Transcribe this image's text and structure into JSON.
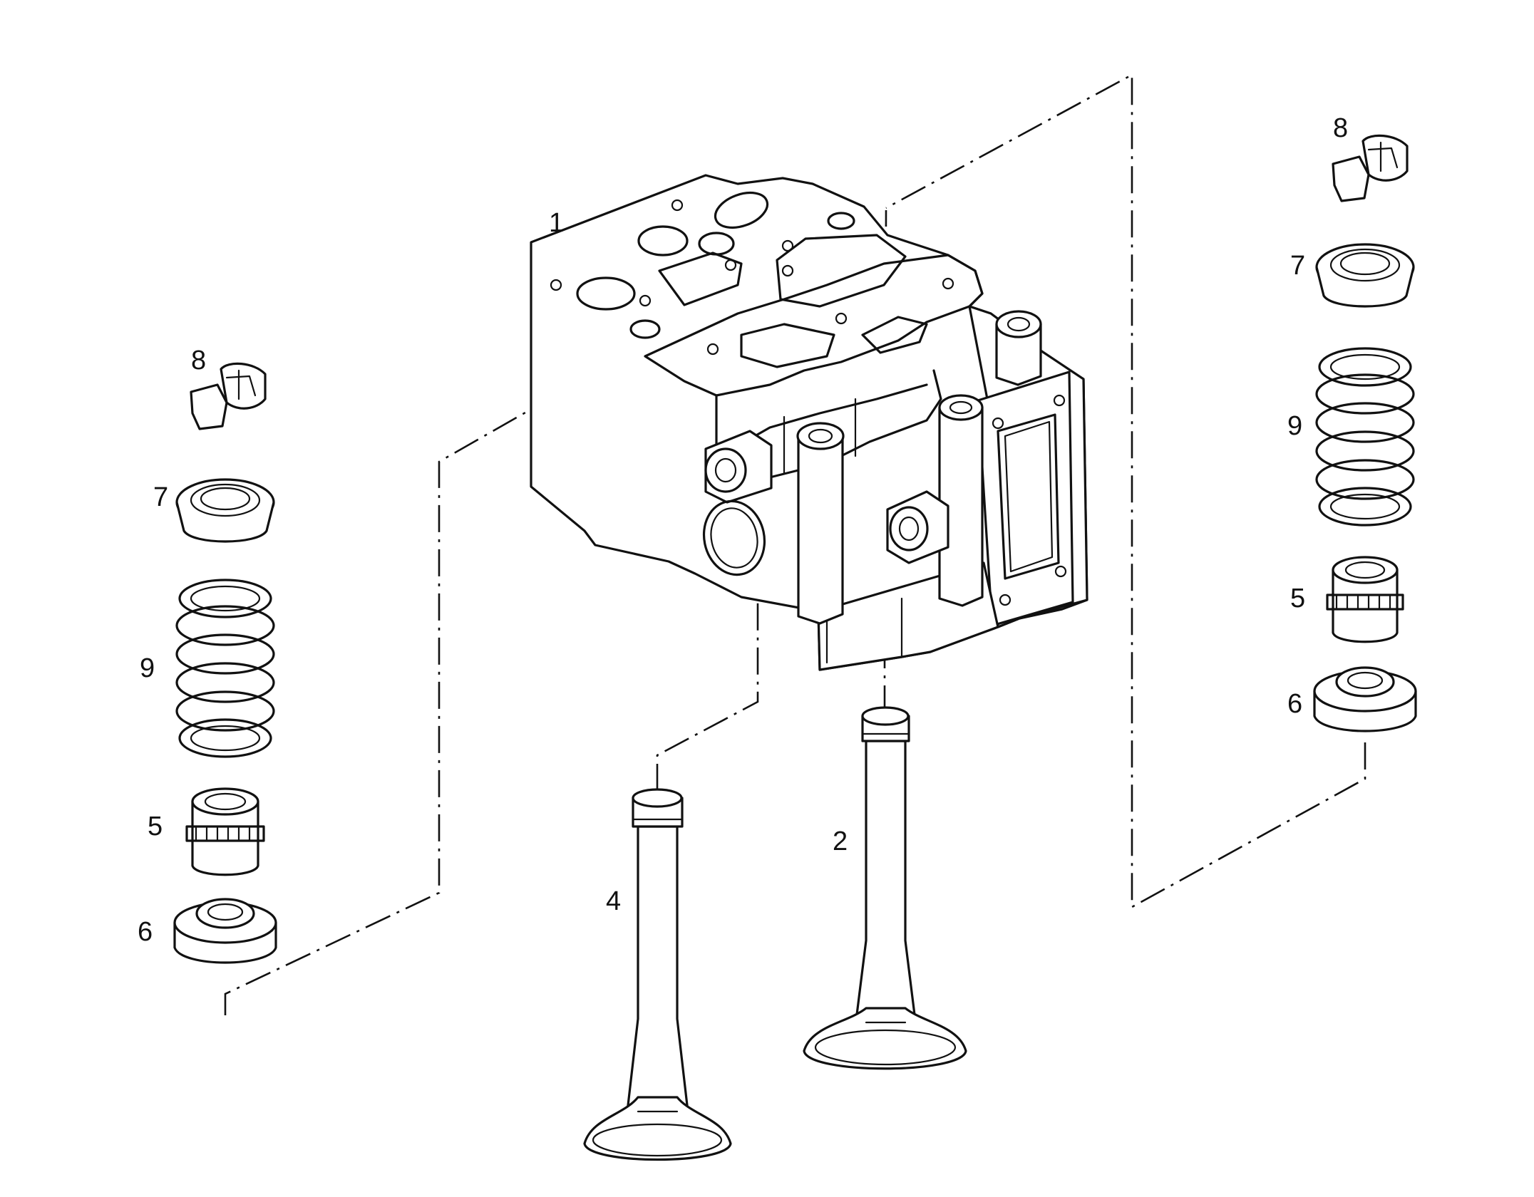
{
  "labels": {
    "cylinder_head": "1",
    "valve_right": "2",
    "valve_left": "4",
    "guide_left": "5",
    "guide_right": "5",
    "seat_left": "6",
    "seat_right": "6",
    "retainer_left": "7",
    "retainer_right": "7",
    "collet_left": "8",
    "collet_right": "8",
    "spring_left": "9",
    "spring_right": "9"
  },
  "colors": {
    "line": "#111111",
    "background": "#ffffff"
  }
}
